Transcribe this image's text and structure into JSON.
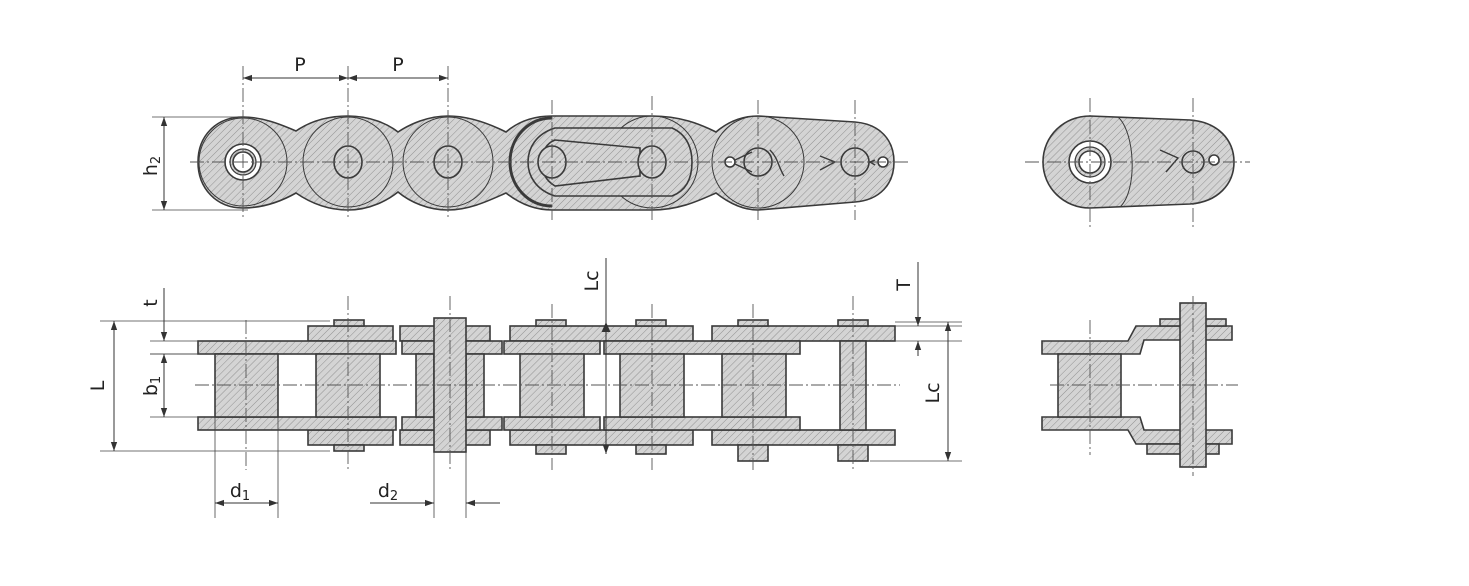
{
  "labels": {
    "pitch_1": "P",
    "pitch_2": "P",
    "h2_main": "h",
    "h2_sub": "2",
    "t": "t",
    "T": "T",
    "L": "L",
    "Lc_top": "Lc",
    "Lc_right": "Lc",
    "b1_main": "b",
    "b1_sub": "1",
    "d1_main": "d",
    "d1_sub": "1",
    "d2_main": "d",
    "d2_sub": "2"
  },
  "colors": {
    "line": "#3a3a3a",
    "fill": "#cfcfcf",
    "hatch": "#8a8a8a",
    "background": "#ffffff"
  }
}
